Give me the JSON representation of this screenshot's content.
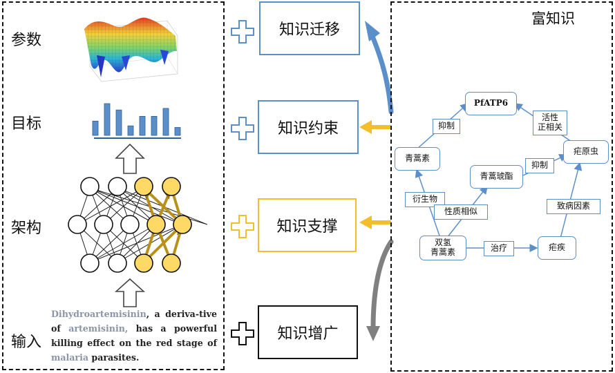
{
  "left_panel": {
    "rows": [
      {
        "label": "参数"
      },
      {
        "label": "目标"
      },
      {
        "label": "架构"
      },
      {
        "label": "输入"
      }
    ],
    "input_text": {
      "part1": "Dihydroartemisinin",
      "part2": ", a deriva-tive of ",
      "part3": "artemisinin,",
      "part4": " has a powerful killing effect on the red stage of ",
      "part5": "malaria",
      "part6": " parasites."
    },
    "target_bars": [
      0.45,
      1.0,
      0.8,
      0.3,
      0.6,
      0.6,
      0.85,
      0.25
    ]
  },
  "middle": {
    "boxes": [
      {
        "label": "知识迁移",
        "color": "#5b8fc9"
      },
      {
        "label": "知识约束",
        "color": "#5b8fc9"
      },
      {
        "label": "知识支撑",
        "color": "#f3be2b"
      },
      {
        "label": "知识增广",
        "color": "#111111"
      }
    ]
  },
  "right_panel": {
    "title": "富知识",
    "nodes": {
      "pfatp6": "PfATP6",
      "qinghaosu": "青蒿素",
      "nueyuanchong": "疟原虫",
      "qinghaohuzhi": "青蒿琥酯",
      "shuangqing": "双氢\n青蒿素",
      "nueji": "疟疾"
    },
    "relations": {
      "yizhi1": "抑制",
      "huoxing": "活性\n正相关",
      "yizhi2": "抑制",
      "yanshengwu": "衍生物",
      "xingzhi": "性质相似",
      "zhibing": "致病因素",
      "zhiliao": "治疗"
    }
  },
  "colors": {
    "blue": "#5b8fc9",
    "gold": "#f3be2b",
    "node_gold": "#ffd966",
    "arrow_gray": "#808080",
    "arrow_gold": "#c49a1a"
  }
}
